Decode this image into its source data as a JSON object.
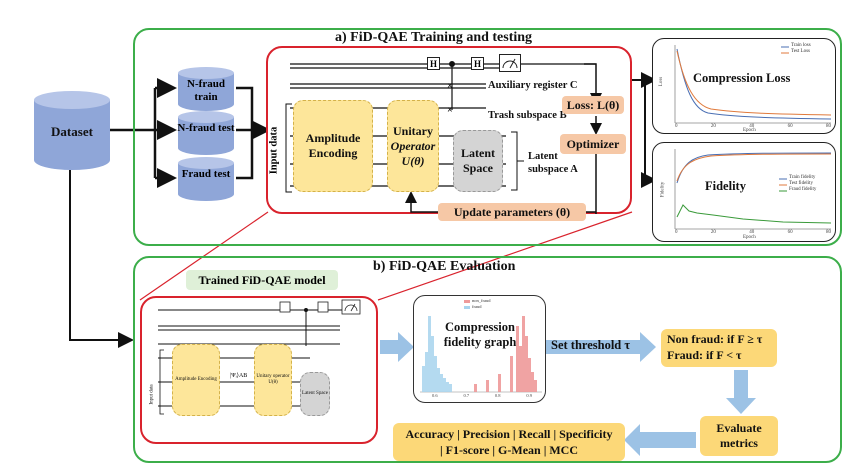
{
  "dataset_label": "Dataset",
  "cylinders": {
    "nfraud_train": "N-fraud train",
    "nfraud_test": "N-fraud test",
    "fraud_test": "Fraud test"
  },
  "panel_a": {
    "title": "a) FiD-QAE Training and testing",
    "input_data": "Input data",
    "amplitude_encoding": "Amplitude Encoding",
    "unitary_line1": "Unitary",
    "unitary_line2": "Operator",
    "unitary_line3": "U(θ)",
    "latent_space": "Latent Space",
    "latent_subspace_label": "Latent subspace A",
    "trash_subspace_label": "Trash subspace B",
    "aux_register_label": "Auxiliary register C",
    "gate_h": "H",
    "loss_label": "Loss: L(θ)",
    "optimizer_label": "Optimizer",
    "update_params_label": "Update parameters (θ)"
  },
  "chart_compression": {
    "title": "Compression Loss",
    "xlabel": "Epoch",
    "ylabel": "Loss",
    "xticks": [
      "0",
      "20",
      "40",
      "60",
      "80"
    ],
    "legend": [
      "Train loss",
      "Test Loss"
    ]
  },
  "chart_fidelity": {
    "title": "Fidelity",
    "xlabel": "Epoch",
    "ylabel": "Fidelity",
    "xticks": [
      "0",
      "20",
      "40",
      "60",
      "80"
    ],
    "legend": [
      "Train fidelity",
      "Test fidelity",
      "Fraud fidelity"
    ]
  },
  "panel_b": {
    "title": "b) FiD-QAE Evaluation",
    "trained_model": "Trained FiD-QAE model",
    "mini_amplitude": "Amplitude Encoding",
    "mini_unitary": "Unitary operator U(θ)",
    "mini_latent": "Latent Space",
    "mini_input": "Input data",
    "mini_state": "|Ψᵢ⟩AB",
    "hist_title": "Compression fidelity graph",
    "hist_legend": [
      "non_fraud",
      "fraud"
    ],
    "hist_xticks": [
      "0.6",
      "0.7",
      "0.8",
      "0.9"
    ],
    "set_threshold": "Set threshold τ",
    "nonfraud_rule": "Non fraud: if F ≥ τ",
    "fraud_rule": "Fraud: if F < τ",
    "evaluate_metrics": "Evaluate metrics",
    "metrics_line1": "Accuracy | Precision | Recall | Specificity",
    "metrics_line2": "| F1-score | G-Mean | MCC"
  },
  "colors": {
    "green_border": "#3cae4a",
    "red_border": "#d9232d",
    "block_yellow": "#fde69a",
    "arrow_blue": "#9cc2e5",
    "cylinder_blue": "#8fa6d8",
    "loss_peach": "#f6c8a6",
    "gold_box": "#fcd878"
  }
}
